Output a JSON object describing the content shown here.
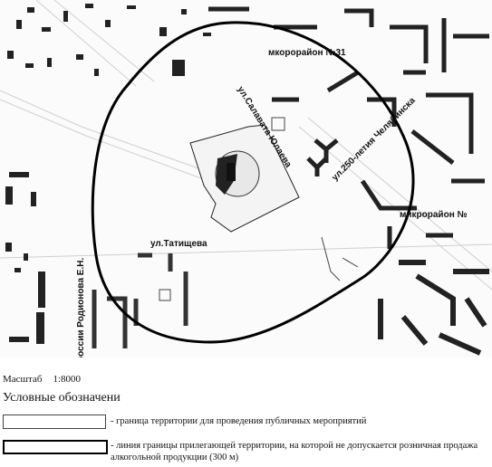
{
  "map": {
    "labels": {
      "microdistrict_31": "мкорорайон №31",
      "microdistrict_2": "микрорайон №",
      "salavat": "ул.Салавата Юлаева",
      "chelyabinsk": "ул.250-летия Челябинска",
      "tatishcheva": "ул.Татищева",
      "rodionova": "россии Родионова Е.Н."
    }
  },
  "scale": {
    "label": "Масштаб",
    "value": "1:8000"
  },
  "legend": {
    "title": "Условные обозначени",
    "items": [
      {
        "text": "- граница территории для проведения публичных мероприятий"
      },
      {
        "text": "- линия границы прилегающей территории, на которой не допускается розничная продажа алкогольной продукции (300 м)"
      }
    ]
  }
}
